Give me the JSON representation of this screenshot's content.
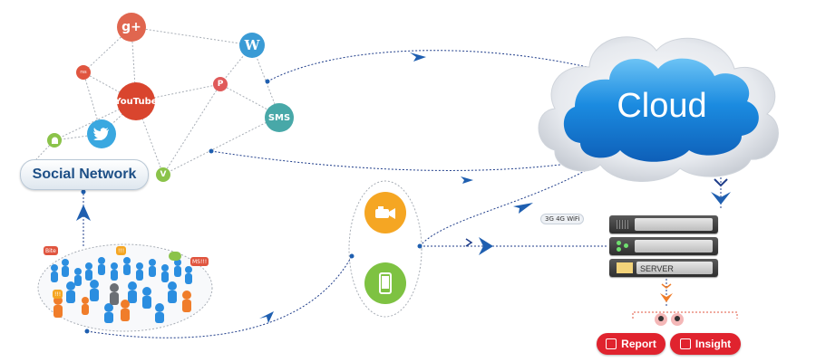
{
  "social": {
    "label": "Social Network",
    "icons": {
      "google_plus": "g+",
      "wordpress": "W",
      "rss": "rss",
      "pinterest": "P",
      "youtube": "YouTube",
      "sms": "SMS",
      "twitter": "twitter",
      "android": "android",
      "vine": "V"
    },
    "crowd_bubbles": [
      "!!!",
      "Bite",
      "!!!",
      "MS!!!"
    ]
  },
  "cloud": {
    "label": "Cloud"
  },
  "devices": {
    "camera": "camera-icon",
    "phone": "phone-icon"
  },
  "network": {
    "badge": "3G 4G WiFi"
  },
  "server": {
    "label": "SERVER"
  },
  "outputs": {
    "report": "Report",
    "insight": "Insight"
  },
  "colors": {
    "google_plus": "#e0664f",
    "wordpress": "#3a9bd5",
    "rss": "#e0553f",
    "pinterest": "#e05a5a",
    "youtube": "#d9452e",
    "sms": "#48a8a8",
    "twitter": "#3aa8e0",
    "android": "#8bc34a",
    "vine": "#8bc34a",
    "cloud_blue": "#1b8be0",
    "connector": "#1f3d8a",
    "camera": "#f5a623",
    "phone": "#7ec242",
    "report_red": "#e0232e",
    "arrow_orange": "#f07d2a"
  }
}
